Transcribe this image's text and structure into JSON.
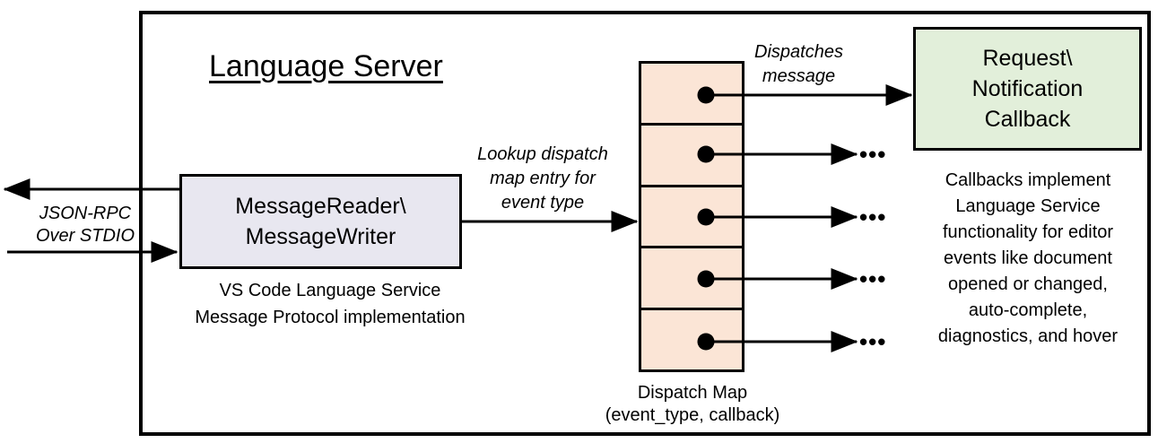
{
  "colors": {
    "background": "#FFFFFF",
    "stroke": "#000000",
    "reader_fill": "#E8E7F0",
    "map_fill": "#FBE5D6",
    "callback_fill": "#E2EFDA"
  },
  "title": "Language Server",
  "io": {
    "lines": [
      "JSON-RPC",
      "Over STDIO"
    ]
  },
  "reader": {
    "lines": [
      "MessageReader\\",
      "MessageWriter"
    ],
    "caption": [
      "VS Code Language Service",
      "Message Protocol implementation"
    ]
  },
  "lookup": {
    "lines": [
      "Lookup dispatch",
      "map entry for",
      "event type"
    ]
  },
  "dispatch": {
    "lines": [
      "Dispatches",
      "message"
    ]
  },
  "map": {
    "row_count": 5,
    "caption": [
      "Dispatch Map",
      "(event_type, callback)"
    ]
  },
  "callback": {
    "lines": [
      "Request\\",
      "Notification",
      "Callback"
    ]
  },
  "note": {
    "lines": [
      "Callbacks implement",
      "Language Service",
      "functionality for editor",
      "events like document",
      "opened or changed,",
      "auto-complete,",
      "diagnostics, and hover"
    ]
  },
  "ellipsis": "•••"
}
